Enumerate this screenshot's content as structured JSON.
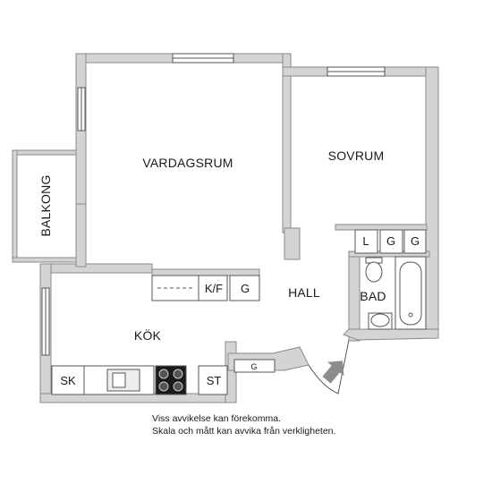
{
  "rooms": {
    "vardagsrum": "VARDAGSRUM",
    "sovrum": "SOVRUM",
    "balkong": "BALKONG",
    "kok": "KÖK",
    "hall": "HALL",
    "bad": "BAD"
  },
  "fixtures": {
    "kf": "K/F",
    "g_kitchen": "G",
    "sk": "SK",
    "st": "ST",
    "g_hall": "G",
    "l_closet": "L",
    "g_closet_1": "G",
    "g_closet_2": "G"
  },
  "disclaimer": {
    "line1": "Viss avvikelse kan förekomma.",
    "line2": "Skala och mått kan avvika från verkligheten."
  },
  "colors": {
    "wall_fill": "#d4d4d4",
    "wall_stroke": "#8a8a8a",
    "line": "#555555",
    "arrow": "#8c8c8c"
  }
}
